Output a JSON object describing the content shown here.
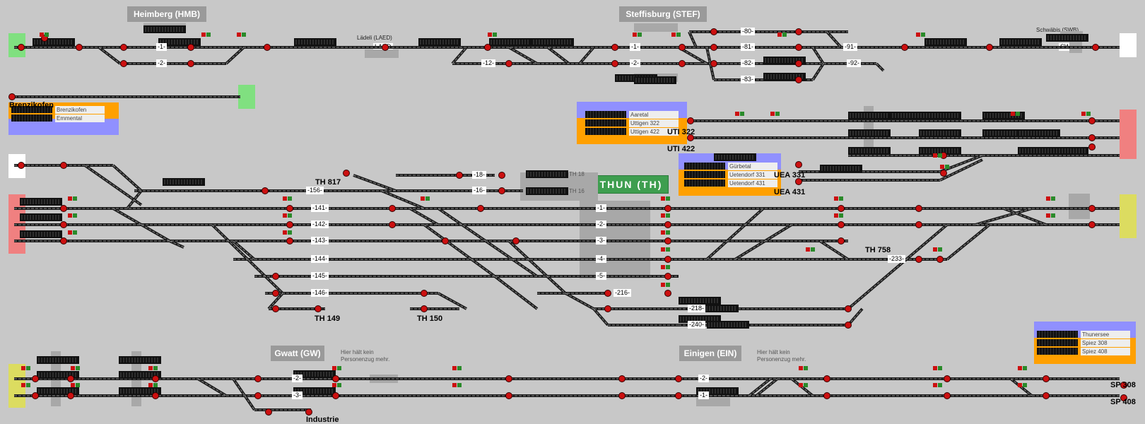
{
  "stations": {
    "heimberg": "Heimberg (HMB)",
    "steffisburg": "Steffisburg (STEF)",
    "laedeli": "Lädeli (LAED)",
    "laed_short": "LAED",
    "schwaebis": "Schwäbis (SWB)",
    "swb_short": "SWB",
    "thun": "THUN  (TH)",
    "gwatt": "Gwatt (GW)",
    "einigen": "Einigen (EIN)",
    "brenzikofen": "Brenzikofen"
  },
  "notes": {
    "gwatt_note": "Hier hält kein\nPersonenzug mehr.",
    "einigen_note": "Hier hält kein\nPersonenzug mehr."
  },
  "panels": {
    "brenzikofen": [
      "Brenzikofen",
      "Emmental"
    ],
    "aaretal": [
      "Aaretal",
      "Uttigen 322",
      "Uttigen 422"
    ],
    "guerbetal": [
      "Gürbetal",
      "Uetendorf 331",
      "Uetendorf 431"
    ],
    "thunersee": [
      "Thunersee",
      "Spiez 308",
      "Spiez 408"
    ]
  },
  "big_labels": {
    "uti322": "UTI 322",
    "uti422": "UTI 422",
    "uea331": "UEA 331",
    "uea431": "UEA 431",
    "th817": "TH 817",
    "th758": "TH 758",
    "th149": "TH 149",
    "th150": "TH 150",
    "sp308": "SP 308",
    "sp408": "SP 408",
    "industrie": "Industrie"
  },
  "track_labels": {
    "hmb1": "-1-",
    "hmb2": "-2-",
    "stef1": "-1-",
    "stef2": "-2-",
    "t12": "-12-",
    "t80": "-80-",
    "t81": "-81-",
    "t82": "-82-",
    "t83": "-83-",
    "t91": "-91-",
    "t92": "-92-",
    "t18": "-18-",
    "t16": "-16-",
    "t156": "-156-",
    "t141": "-141-",
    "t142": "-142-",
    "t143": "-143-",
    "t144": "-144-",
    "t145": "-145-",
    "t146": "-146-",
    "th1": "-1-",
    "th2": "-2-",
    "th3": "-3-",
    "th4": "-4-",
    "th5": "-5-",
    "t216": "-216-",
    "t218": "-218-",
    "t240": "-240-",
    "t233": "-233-",
    "gw2": "-2-",
    "gw3": "-3-",
    "ein2": "-2-",
    "ein1": "-1-"
  },
  "th_labels": {
    "th18": "TH 18",
    "th16": "TH 16"
  },
  "small_ids": [
    "104",
    "105",
    "106",
    "107",
    "108",
    "109",
    "110",
    "111",
    "112",
    "113",
    "114",
    "115",
    "116",
    "117",
    "118",
    "119",
    "120",
    "121",
    "122",
    "123",
    "124",
    "125",
    "126",
    "127",
    "128",
    "129",
    "130",
    "131",
    "132",
    "133",
    "134",
    "135",
    "136",
    "137",
    "138",
    "139",
    "140",
    "141",
    "142",
    "143",
    "144",
    "145",
    "146",
    "153",
    "155",
    "157",
    "159",
    "160",
    "161",
    "162",
    "163",
    "164",
    "165",
    "166",
    "167",
    "178",
    "187",
    "188",
    "189",
    "190",
    "191",
    "194",
    "196",
    "202",
    "203",
    "204",
    "205",
    "206",
    "207",
    "208",
    "209",
    "210",
    "211",
    "212",
    "213",
    "214",
    "215",
    "216",
    "219",
    "220",
    "221",
    "222",
    "223",
    "225",
    "226",
    "227",
    "228",
    "229",
    "231",
    "232",
    "233",
    "234",
    "236",
    "237",
    "239",
    "241",
    "244",
    "246",
    "248",
    "249",
    "250",
    "251",
    "252",
    "253",
    "256",
    "258",
    "259",
    "260",
    "261",
    "263",
    "270",
    "271",
    "272",
    "273",
    "274",
    "276",
    "277",
    "278",
    "279",
    "280",
    "281",
    "282",
    "287",
    "288",
    "289",
    "291",
    "292",
    "294",
    "296",
    "297",
    "298",
    "299",
    "300",
    "301",
    "302",
    "303",
    "304",
    "305",
    "306",
    "307",
    "308",
    "309",
    "310",
    "311",
    "312",
    "313",
    "314",
    "315",
    "316",
    "317",
    "318",
    "319",
    "320",
    "321",
    "322",
    "323",
    "324",
    "325",
    "326",
    "327",
    "328",
    "329",
    "330",
    "331",
    "332",
    "333",
    "334",
    "335",
    "336",
    "337",
    "338",
    "339",
    "340",
    "341",
    "342",
    "343",
    "344",
    "345"
  ],
  "colors": {
    "background": "#c8c8c8",
    "track": "#1a1a1a",
    "signal_red": "#cc1010",
    "green_edge": "#80e080",
    "red_edge": "#f08080",
    "yellow_edge": "#dcdc60",
    "orange": "#ffa000",
    "blue": "#9090ff"
  }
}
